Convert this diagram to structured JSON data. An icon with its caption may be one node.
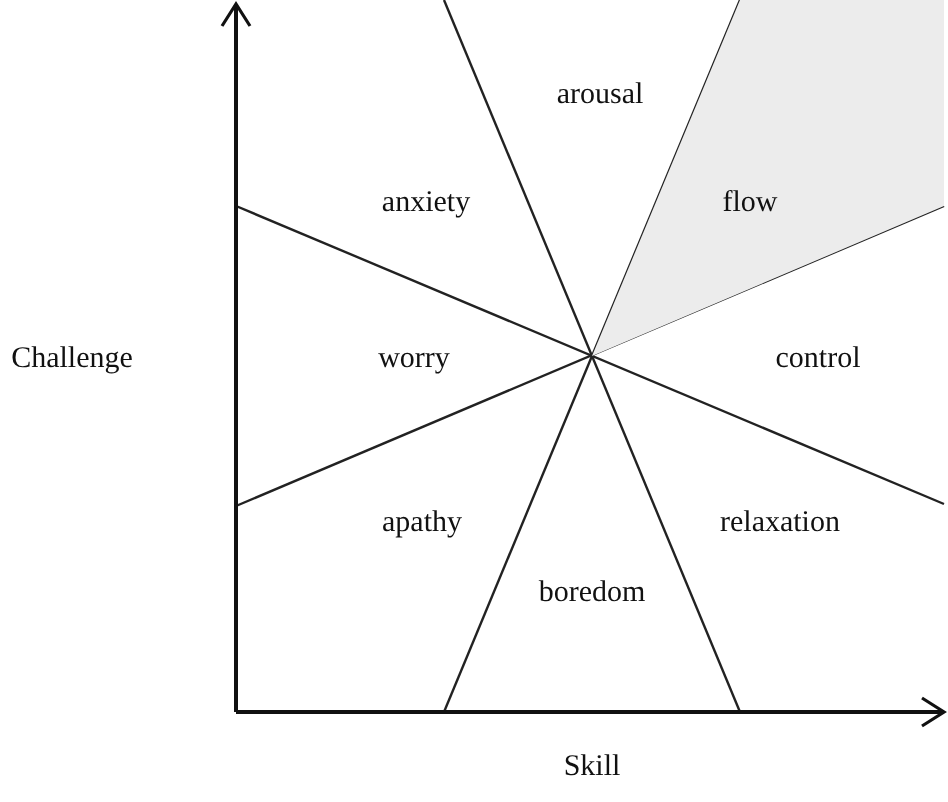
{
  "diagram": {
    "nodes": [
      {
        "text": [
          "arousal"
        ]
      },
      {
        "text": [
          "anxiety"
        ]
      },
      {
        "text": [
          "flow"
        ]
      },
      {
        "text": [
          "worry"
        ]
      },
      {
        "text": [
          "control"
        ]
      },
      {
        "text": [
          "apathy"
        ]
      },
      {
        "text": [
          "relaxation"
        ]
      },
      {
        "text": [
          "boredom"
        ]
      }
    ],
    "labels": [
      "Challenge",
      "Skill"
    ]
  }
}
